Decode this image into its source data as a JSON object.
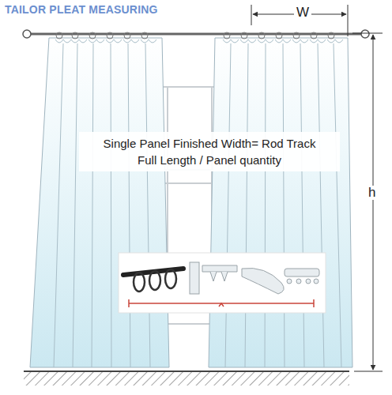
{
  "diagram": {
    "title": "TAILOR PLEAT MEASURING",
    "nodes": [
      {
        "text": [
          "Single Panel Finished Width= Rod Track Full Length / Panel quantity"
        ]
      }
    ],
    "labels": [
      "W",
      "h"
    ]
  }
}
